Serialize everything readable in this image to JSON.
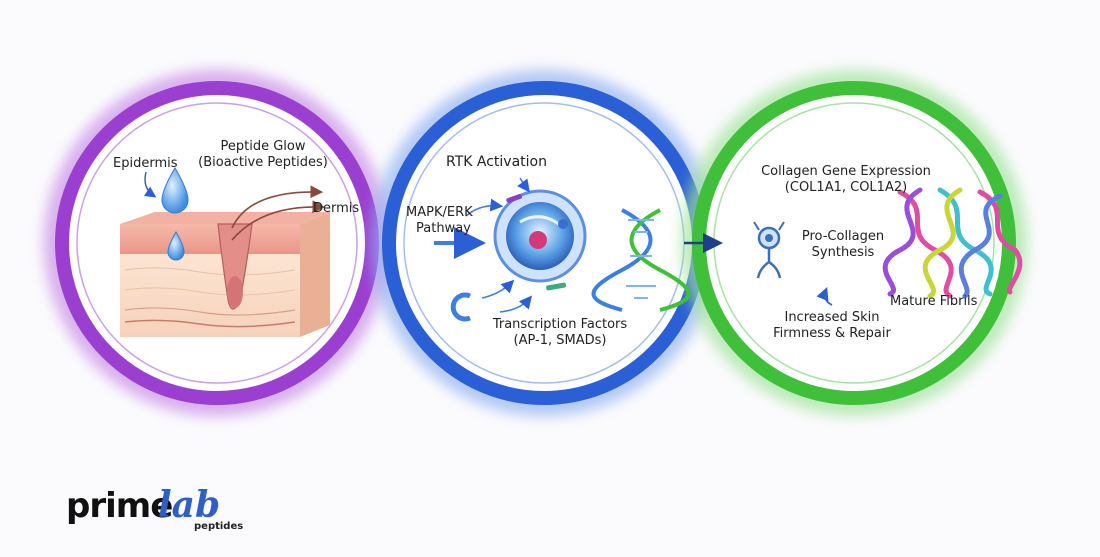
{
  "panels": [
    {
      "name": "skin",
      "color": "#9b3fd0",
      "labels": {
        "epidermis": "Epidermis",
        "peptide_glow_line1": "Peptide Glow",
        "peptide_glow_line2": "(Bioactive Peptides)",
        "dermis": "Dermis"
      }
    },
    {
      "name": "cell",
      "color": "#2b5fd6",
      "labels": {
        "rtk": "RTK Activation",
        "mapk_line1": "MAPK/ERK",
        "mapk_line2": "Pathway",
        "tf_line1": "Transcription Factors",
        "tf_line2": "(AP-1, SMADs)"
      }
    },
    {
      "name": "collagen",
      "color": "#3fbf3a",
      "labels": {
        "gene_line1": "Collagen Gene Expression",
        "gene_line2": "(COL1A1, COL1A2)",
        "procollagen_line1": "Pro-Collagen",
        "procollagen_line2": "Synthesis",
        "fibrils": "Mature Fibrils",
        "firmness_line1": "Increased Skin",
        "firmness_line2": "Firmness & Repair"
      }
    }
  ],
  "logo": {
    "prime": "prime",
    "lab": "lab",
    "peptides": "peptides"
  }
}
